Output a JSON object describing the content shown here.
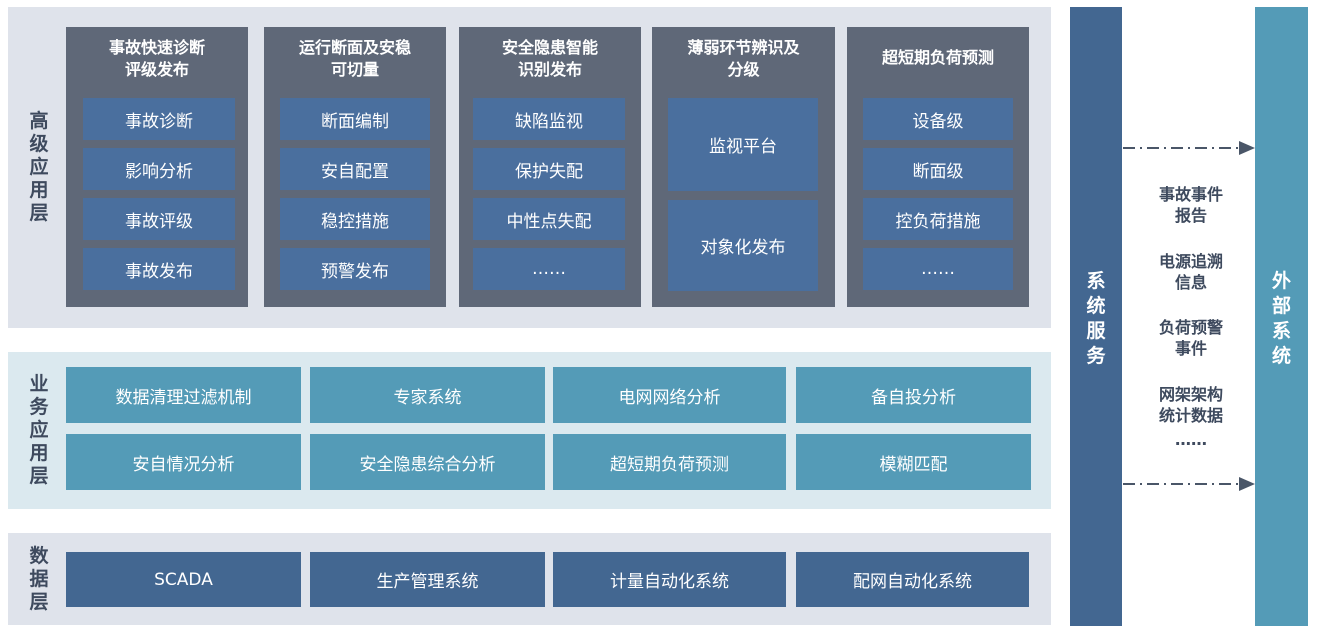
{
  "layers": {
    "high": [
      "高",
      "级",
      "应",
      "用",
      "层"
    ],
    "business": [
      "业",
      "务",
      "应",
      "用",
      "层"
    ],
    "data": [
      "数",
      "据",
      "层"
    ]
  },
  "modules": [
    {
      "title": [
        "事故快速诊断",
        "评级发布"
      ],
      "items": [
        "事故诊断",
        "影响分析",
        "事故评级",
        "事故发布"
      ]
    },
    {
      "title": [
        "运行断面及安稳",
        "可切量"
      ],
      "items": [
        "断面编制",
        "安自配置",
        "稳控措施",
        "预警发布"
      ]
    },
    {
      "title": [
        "安全隐患智能",
        "识别发布"
      ],
      "items": [
        "缺陷监视",
        "保护失配",
        "中性点失配",
        "……"
      ]
    },
    {
      "title": [
        "薄弱环节辨识及",
        "分级"
      ],
      "items": [
        "监视平台",
        "对象化发布"
      ]
    },
    {
      "title": [
        "超短期负荷预测"
      ],
      "items": [
        "设备级",
        "断面级",
        "控负荷措施",
        "……"
      ]
    }
  ],
  "business_boxes": [
    [
      "数据清理过滤机制",
      "专家系统",
      "电网网络分析",
      "备自投分析"
    ],
    [
      "安自情况分析",
      "安全隐患综合分析",
      "超短期负荷预测",
      "模糊匹配"
    ]
  ],
  "data_boxes": [
    "SCADA",
    "生产管理系统",
    "计量自动化系统",
    "配网自动化系统"
  ],
  "system_service": [
    "系",
    "统",
    "服",
    "务"
  ],
  "external_system": [
    "外",
    "部",
    "系",
    "统"
  ],
  "exchange_items": [
    [
      "事故事件",
      "报告"
    ],
    [
      "电源追溯",
      "信息"
    ],
    [
      "负荷预警",
      "事件"
    ],
    [
      "网架架构",
      "统计数据"
    ],
    [
      "……"
    ]
  ],
  "colors": {
    "band_gray": "#dfe3eb",
    "band_blue": "#dbe9ef",
    "module_bg": "#5f6878",
    "item_blue": "#4a6f9e",
    "teal": "#549bb7",
    "navy": "#436791",
    "label_text": "#3e4a5e",
    "arrow": "#4a5668"
  }
}
